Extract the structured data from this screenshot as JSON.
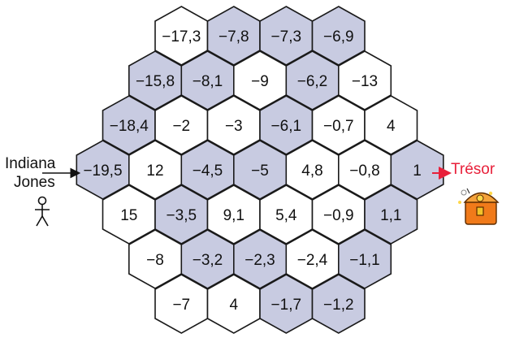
{
  "start": {
    "line1": "Indiana",
    "line2": "Jones"
  },
  "goal": {
    "label": "Trésor"
  },
  "colors": {
    "shaded": "#c8cbe1",
    "plain": "#ffffff",
    "border": "#1a1a1a",
    "arrow": "#111111",
    "goal_arrow": "#e8203a",
    "chest": "#f07a1a"
  },
  "grid": {
    "rows": [
      [
        "−17,3",
        "−7,8",
        "−7,3",
        "−6,9"
      ],
      [
        "−15,8",
        "−8,1",
        "−9",
        "−6,2",
        "−13"
      ],
      [
        "−18,4",
        "−2",
        "−3",
        "−6,1",
        "−0,7",
        "4"
      ],
      [
        "−19,5",
        "12",
        "−4,5",
        "−5",
        "4,8",
        "−0,8",
        "1"
      ],
      [
        "15",
        "−3,5",
        "9,1",
        "5,4",
        "−0,9",
        "1,1"
      ],
      [
        "−8",
        "−3,2",
        "−2,3",
        "−2,4",
        "−1,1"
      ],
      [
        "−7",
        "4",
        "−1,7",
        "−1,2"
      ]
    ],
    "shaded": [
      [
        false,
        true,
        true,
        true
      ],
      [
        true,
        true,
        false,
        true,
        false
      ],
      [
        true,
        false,
        false,
        true,
        false,
        false
      ],
      [
        true,
        false,
        true,
        true,
        false,
        false,
        true
      ],
      [
        false,
        true,
        false,
        false,
        false,
        true
      ],
      [
        false,
        true,
        true,
        false,
        true
      ],
      [
        false,
        false,
        true,
        true
      ]
    ]
  }
}
